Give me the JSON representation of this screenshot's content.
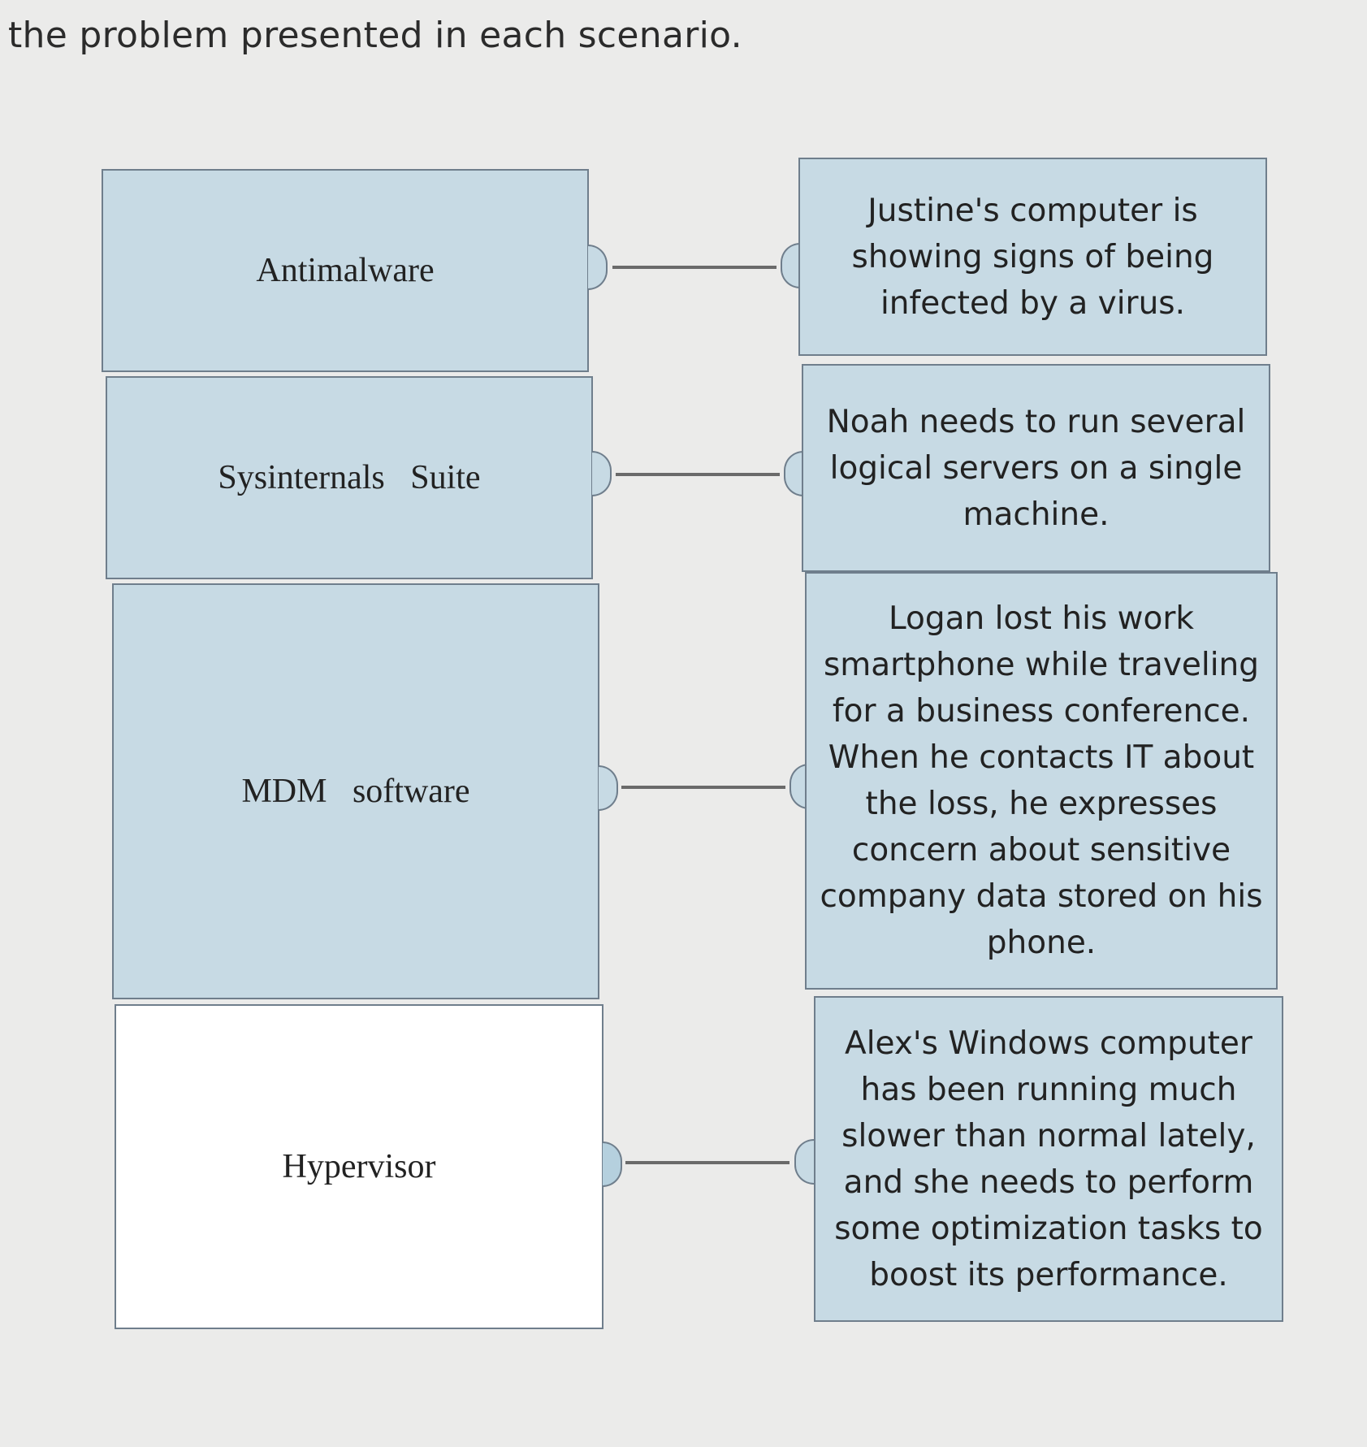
{
  "instruction": "the problem presented in each scenario.",
  "terms": [
    {
      "label": "Antimalware"
    },
    {
      "label": "Sysinternals   Suite"
    },
    {
      "label": "MDM   software"
    },
    {
      "label": "Hypervisor"
    }
  ],
  "scenarios": [
    {
      "text": "Justine's computer is showing signs of being infected by a virus."
    },
    {
      "text": "Noah needs to run several logical servers on a single machine."
    },
    {
      "text": "Logan lost his work smartphone while traveling for a business conference. When he contacts IT about the loss, he expresses concern about sensitive company data stored on his phone."
    },
    {
      "text": "Alex's Windows computer has been running much slower than normal lately, and she needs to perform some optimization tasks to boost its performance."
    }
  ],
  "colors": {
    "card_fill": "#c7dae4",
    "empty_card": "#ffffff",
    "border": "#6f7e8c",
    "connector": "#6a6a6a"
  }
}
